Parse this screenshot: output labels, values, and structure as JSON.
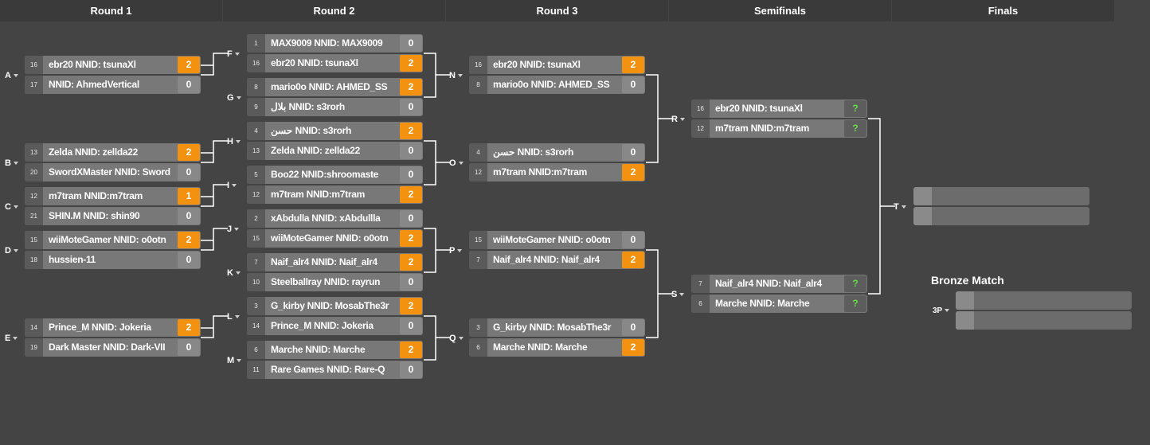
{
  "header": {
    "rounds": [
      "Round 1",
      "Round 2",
      "Round 3",
      "Semifinals",
      "Finals"
    ]
  },
  "bronze": {
    "title": "Bronze Match",
    "label": "3P"
  },
  "colors": {
    "background": "#444444",
    "header": "#3a3a3a",
    "participant": "#787878",
    "seed": "#5a5a5a",
    "win": "#f39210",
    "score": "#888888",
    "pending_mark": "#66dd44",
    "connector": "#ffffff"
  },
  "matches": {
    "A": {
      "label": "A",
      "p1": {
        "seed": "16",
        "name": "ebr20 NNID: tsunaXl",
        "score": "2",
        "win": true
      },
      "p2": {
        "seed": "17",
        "name": "NNID: AhmedVertical",
        "score": "0"
      }
    },
    "B": {
      "label": "B",
      "p1": {
        "seed": "13",
        "name": "Zelda NNID: zellda22",
        "score": "2",
        "win": true
      },
      "p2": {
        "seed": "20",
        "name": "SwordXMaster NNID: Sword",
        "score": "0"
      }
    },
    "C": {
      "label": "C",
      "p1": {
        "seed": "12",
        "name": "m7tram NNID:m7tram",
        "score": "1",
        "win": true
      },
      "p2": {
        "seed": "21",
        "name": "SHIN.M NNID: shin90",
        "score": "0"
      }
    },
    "D": {
      "label": "D",
      "p1": {
        "seed": "15",
        "name": "wiiMoteGamer NNID: o0otn",
        "score": "2",
        "win": true
      },
      "p2": {
        "seed": "18",
        "name": "hussien-11",
        "score": "0"
      }
    },
    "E": {
      "label": "E",
      "p1": {
        "seed": "14",
        "name": "Prince_M NNID: Jokeria",
        "score": "2",
        "win": true
      },
      "p2": {
        "seed": "19",
        "name": "Dark Master NNID: Dark-VII",
        "score": "0"
      }
    },
    "F": {
      "label": "F",
      "p1": {
        "seed": "1",
        "name": "MAX9009 NNID: MAX9009",
        "score": "0"
      },
      "p2": {
        "seed": "16",
        "name": "ebr20 NNID: tsunaXl",
        "score": "2",
        "win": true
      }
    },
    "G": {
      "label": "G",
      "p1": {
        "seed": "8",
        "name": "mario0o NNID: AHMED_SS",
        "score": "2",
        "win": true
      },
      "p2": {
        "seed": "9",
        "name": "بلال NNID: s3rorh",
        "score": "0"
      }
    },
    "H": {
      "label": "H",
      "p1": {
        "seed": "4",
        "name": "حسن NNID: s3rorh",
        "score": "2",
        "win": true
      },
      "p2": {
        "seed": "13",
        "name": "Zelda NNID: zellda22",
        "score": "0"
      }
    },
    "I": {
      "label": "I",
      "p1": {
        "seed": "5",
        "name": "Boo22 NNID:shroomaste",
        "score": "0"
      },
      "p2": {
        "seed": "12",
        "name": "m7tram NNID:m7tram",
        "score": "2",
        "win": true
      }
    },
    "J": {
      "label": "J",
      "p1": {
        "seed": "2",
        "name": "xAbdulla NNID: xAbdullla",
        "score": "0"
      },
      "p2": {
        "seed": "15",
        "name": "wiiMoteGamer NNID: o0otn",
        "score": "2",
        "win": true
      }
    },
    "K": {
      "label": "K",
      "p1": {
        "seed": "7",
        "name": "Naif_alr4 NNID: Naif_alr4",
        "score": "2",
        "win": true
      },
      "p2": {
        "seed": "10",
        "name": "Steelballray NNID: rayrun",
        "score": "0"
      }
    },
    "L": {
      "label": "L",
      "p1": {
        "seed": "3",
        "name": "G_kirby NNID: MosabThe3r",
        "score": "2",
        "win": true
      },
      "p2": {
        "seed": "14",
        "name": "Prince_M NNID: Jokeria",
        "score": "0"
      }
    },
    "M": {
      "label": "M",
      "p1": {
        "seed": "6",
        "name": "Marche NNID: Marche",
        "score": "2",
        "win": true
      },
      "p2": {
        "seed": "11",
        "name": "Rare Games NNID: Rare-Q",
        "score": "0"
      }
    },
    "N": {
      "label": "N",
      "p1": {
        "seed": "16",
        "name": "ebr20 NNID: tsunaXl",
        "score": "2",
        "win": true
      },
      "p2": {
        "seed": "8",
        "name": "mario0o NNID: AHMED_SS",
        "score": "0"
      }
    },
    "O": {
      "label": "O",
      "p1": {
        "seed": "4",
        "name": "حسن NNID: s3rorh",
        "score": "0"
      },
      "p2": {
        "seed": "12",
        "name": "m7tram NNID:m7tram",
        "score": "2",
        "win": true
      }
    },
    "P": {
      "label": "P",
      "p1": {
        "seed": "15",
        "name": "wiiMoteGamer NNID: o0otn",
        "score": "0"
      },
      "p2": {
        "seed": "7",
        "name": "Naif_alr4 NNID: Naif_alr4",
        "score": "2",
        "win": true
      }
    },
    "Q": {
      "label": "Q",
      "p1": {
        "seed": "3",
        "name": "G_kirby NNID: MosabThe3r",
        "score": "0"
      },
      "p2": {
        "seed": "6",
        "name": "Marche NNID: Marche",
        "score": "2",
        "win": true
      }
    },
    "R": {
      "label": "R",
      "p1": {
        "seed": "16",
        "name": "ebr20 NNID: tsunaXl",
        "score": "?",
        "pending": true
      },
      "p2": {
        "seed": "12",
        "name": "m7tram NNID:m7tram",
        "score": "?",
        "pending": true
      }
    },
    "S": {
      "label": "S",
      "p1": {
        "seed": "7",
        "name": "Naif_alr4 NNID: Naif_alr4",
        "score": "?",
        "pending": true
      },
      "p2": {
        "seed": "6",
        "name": "Marche NNID: Marche",
        "score": "?",
        "pending": true
      }
    },
    "T": {
      "label": "T"
    }
  }
}
